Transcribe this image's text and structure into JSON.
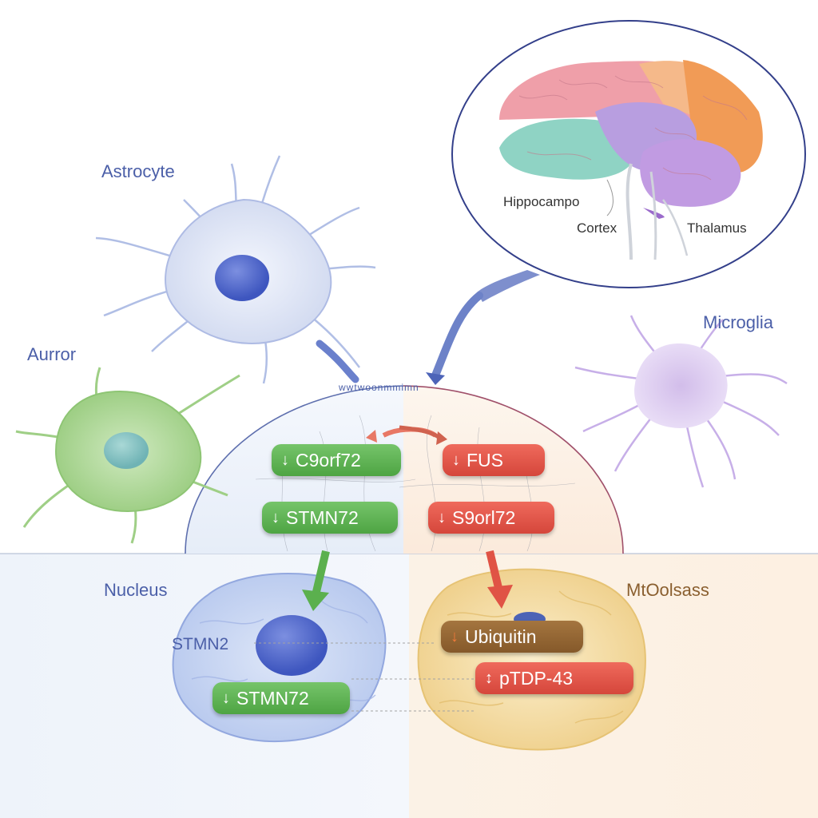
{
  "labels": {
    "astrocyte": "Astrocyte",
    "aurror": "Aurror",
    "microglia": "Microglia",
    "nucleus": "Nucleus",
    "mtoolasss": "MtOolsass",
    "stmn2_nucleus": "STMN2"
  },
  "brain_inset": {
    "hippocampus": "Hippocampo",
    "cortex": "Cortex",
    "thalamus": "Thalamus"
  },
  "pills": {
    "c9orf72": {
      "arrow": "↓",
      "text": "C9orf72"
    },
    "fus": {
      "arrow": "↓",
      "text": "FUS"
    },
    "stmn72_upper": {
      "arrow": "↓",
      "text": "STMN72"
    },
    "s9orl72": {
      "arrow": "↓",
      "text": "S9orl72"
    },
    "stmn72_lower": {
      "arrow": "↓",
      "text": "STMN72"
    },
    "ubiquitin": {
      "arrow": "↓",
      "text": "Ubiquitin"
    },
    "ptdp43": {
      "arrow": "↕",
      "text": "pTDP-43"
    }
  },
  "dome_caption": "wwtwoonmmimn",
  "colors": {
    "blue_label": "#4b5fa8",
    "green": "#5bb04e",
    "red": "#e05345",
    "brown": "#8e6230",
    "astrocyte": "#dfe6f6",
    "green_cell": "#b4dc9f",
    "microglia": "#d9c6ef"
  }
}
